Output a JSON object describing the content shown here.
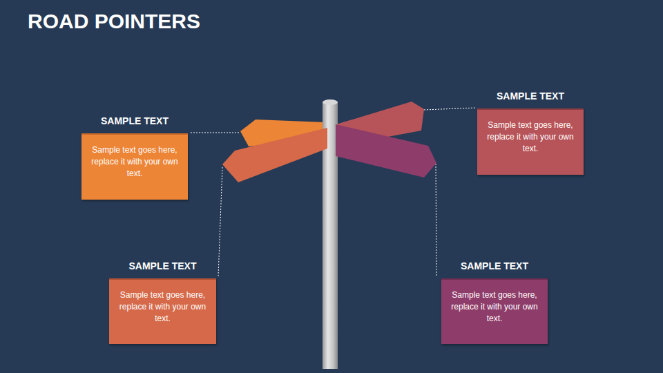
{
  "diagram": {
    "title": "ROAD POINTERS",
    "nodes": [
      {
        "text": [
          "SAMPLE TEXT",
          "Sample text goes here, replace it with your own text."
        ]
      },
      {
        "text": [
          "SAMPLE TEXT",
          "Sample text goes here, replace it with your own text."
        ]
      },
      {
        "text": [
          "SAMPLE TEXT",
          "Sample text goes here, replace it with your own text."
        ]
      },
      {
        "text": [
          "SAMPLE TEXT",
          "Sample text goes here, replace it with your own text."
        ]
      }
    ]
  }
}
